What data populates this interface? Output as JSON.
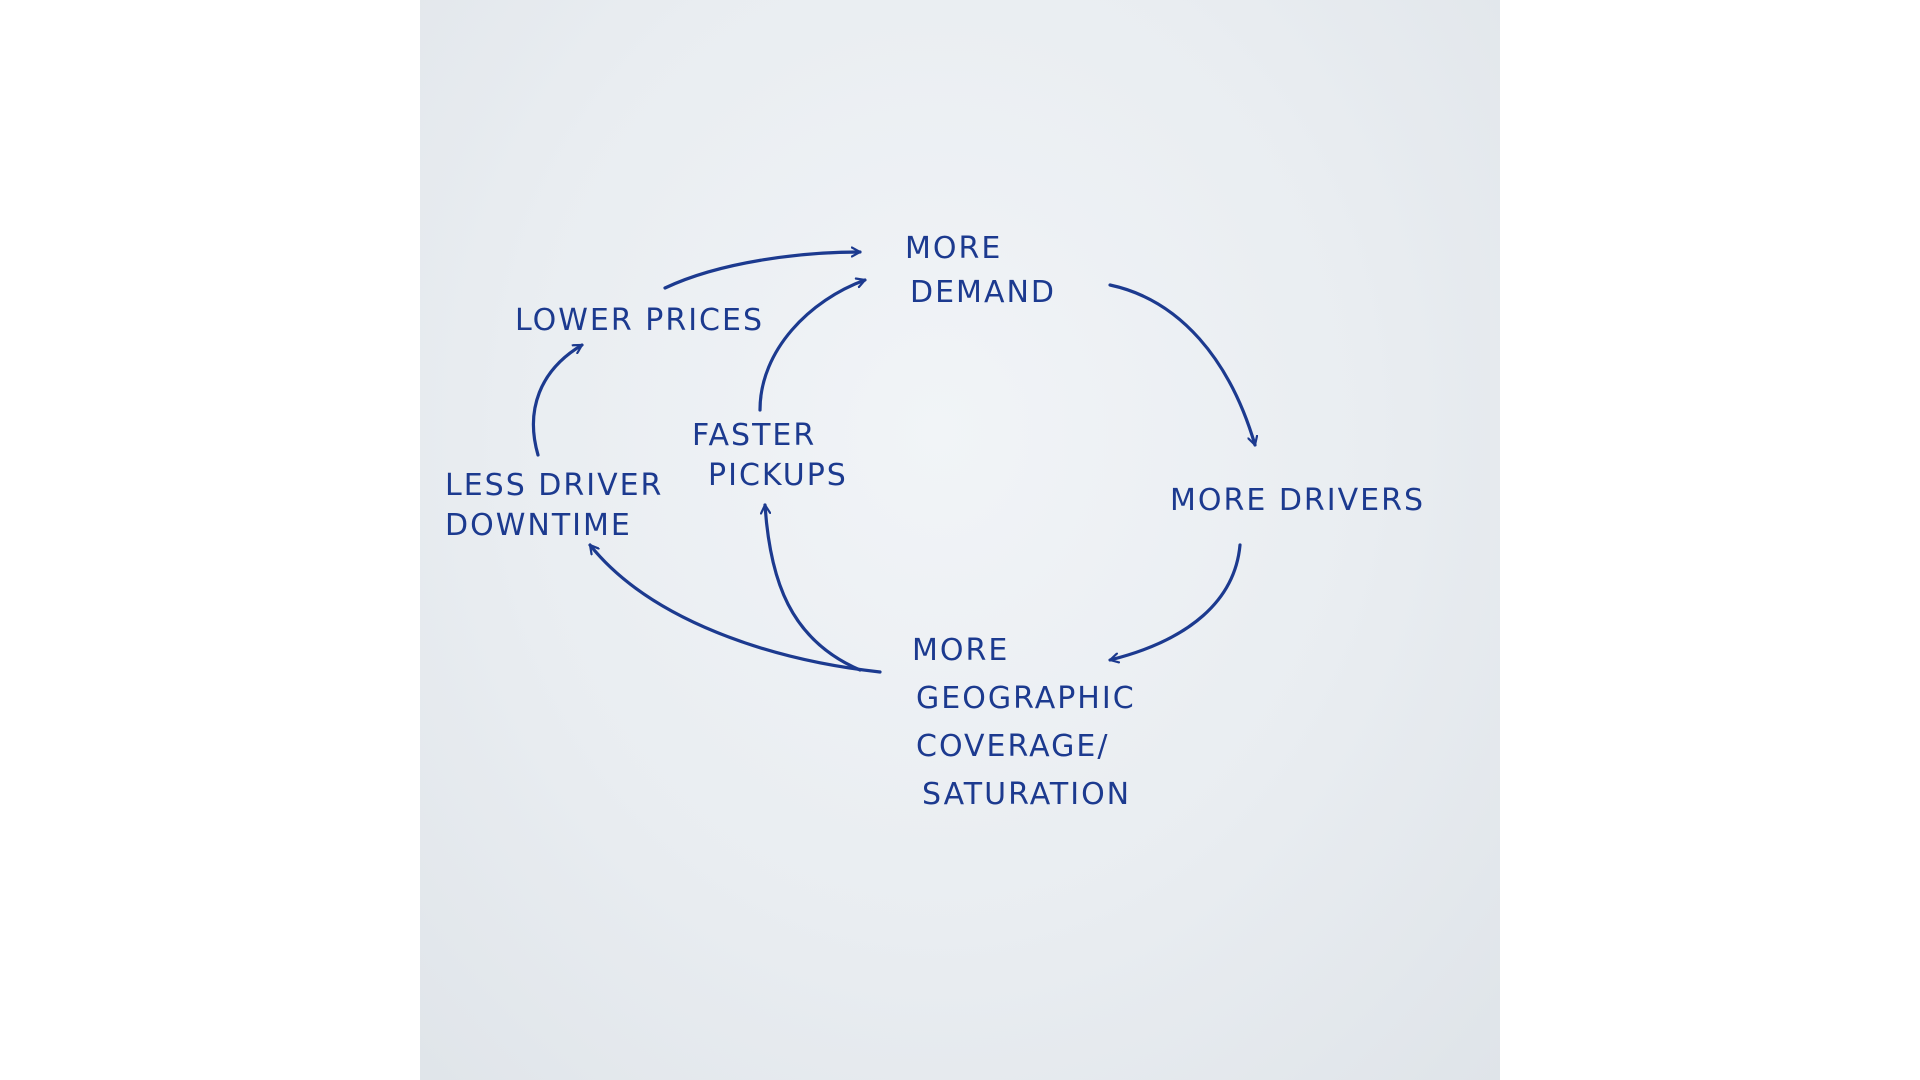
{
  "colors": {
    "ink": "#1c3a8f",
    "paper": "#e9edf1",
    "background": "#ffffff"
  },
  "nodes": {
    "more_demand": {
      "lines": [
        "MORE",
        "DEMAND"
      ]
    },
    "more_drivers": {
      "lines": [
        "MORE DRIVERS"
      ]
    },
    "more_geographic_coverage": {
      "lines": [
        "MORE",
        "GEOGRAPHIC",
        "COVERAGE/",
        "SATURATION"
      ]
    },
    "less_driver_downtime": {
      "lines": [
        "LESS DRIVER",
        "DOWNTIME"
      ]
    },
    "lower_prices": {
      "lines": [
        "LOWER PRICES"
      ]
    },
    "faster_pickups": {
      "lines": [
        "FASTER",
        "PICKUPS"
      ]
    }
  },
  "edges": [
    {
      "from": "more_demand",
      "to": "more_drivers"
    },
    {
      "from": "more_drivers",
      "to": "more_geographic_coverage"
    },
    {
      "from": "more_geographic_coverage",
      "to": "less_driver_downtime"
    },
    {
      "from": "more_geographic_coverage",
      "to": "faster_pickups"
    },
    {
      "from": "less_driver_downtime",
      "to": "lower_prices"
    },
    {
      "from": "lower_prices",
      "to": "more_demand"
    },
    {
      "from": "faster_pickups",
      "to": "more_demand"
    }
  ]
}
